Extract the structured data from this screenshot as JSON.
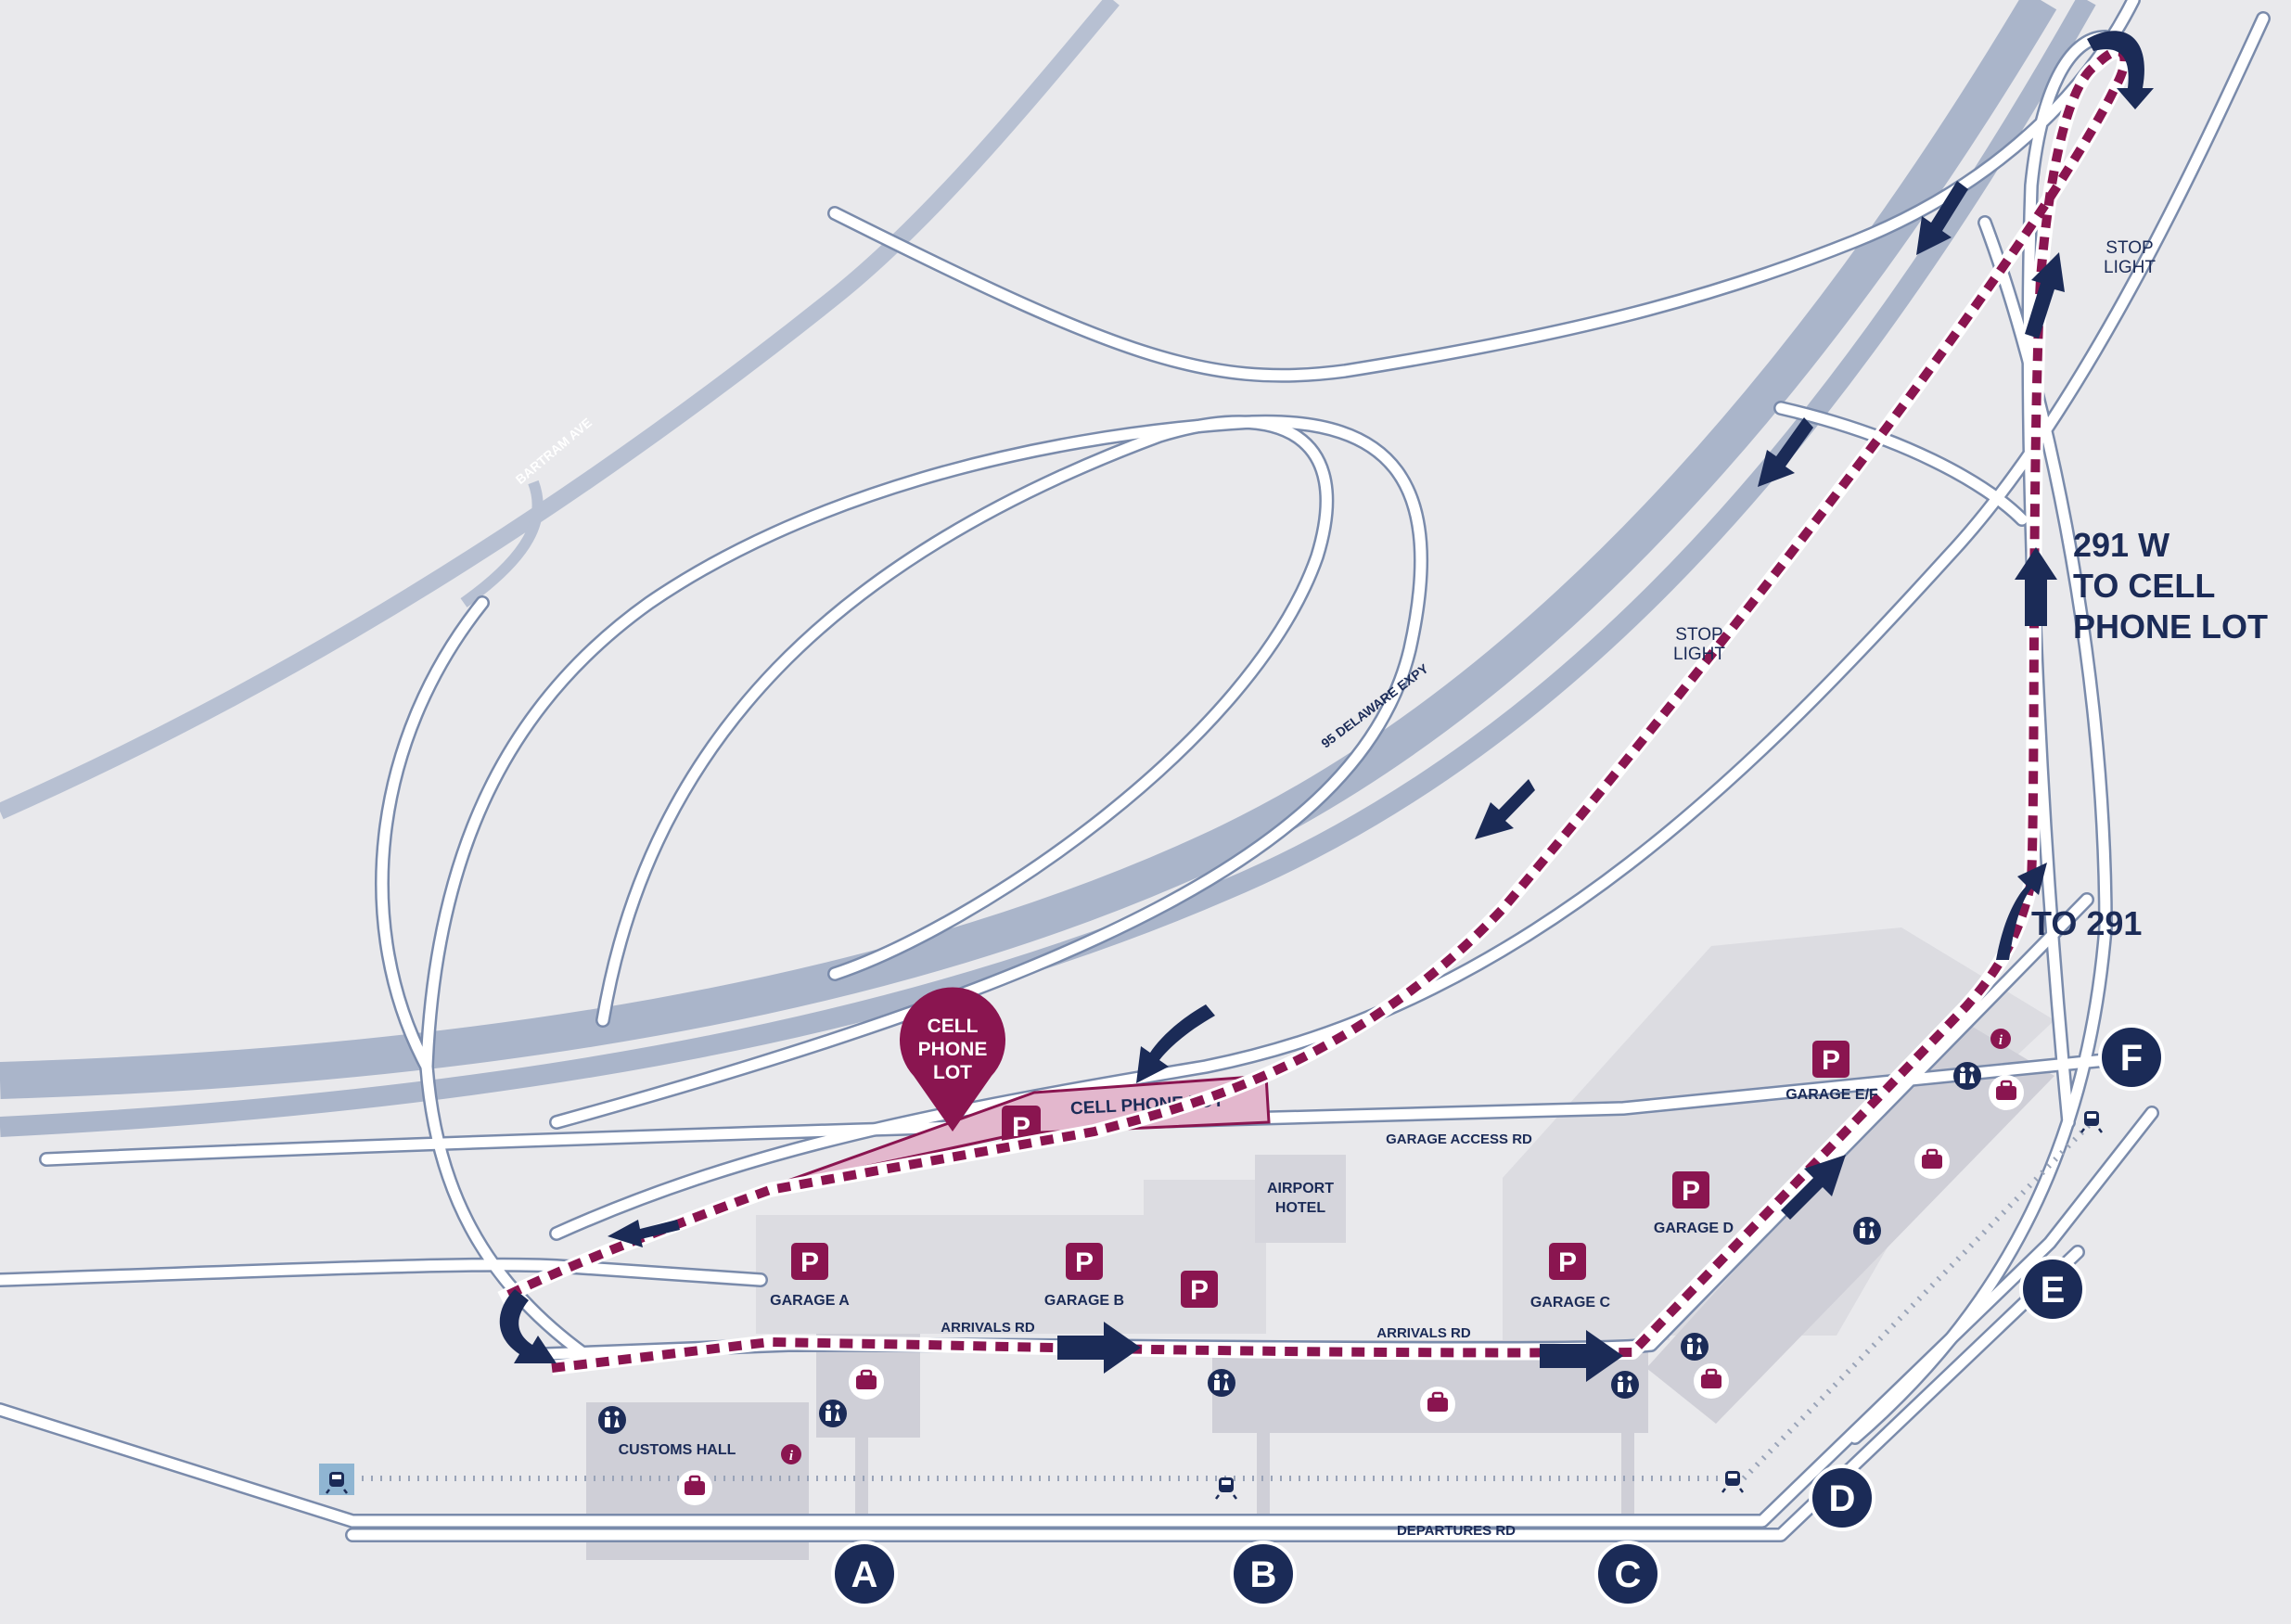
{
  "map": {
    "roads": {
      "bartram": "BARTRAM AVE",
      "delaware": "95 DELAWARE EXPY",
      "garage_access": "GARAGE ACCESS RD",
      "arrivals_1": "ARRIVALS RD",
      "arrivals_2": "ARRIVALS RD",
      "departures": "DEPARTURES RD"
    },
    "stop_lights": [
      {
        "line1": "STOP",
        "line2": "LIGHT"
      },
      {
        "line1": "STOP",
        "line2": "LIGHT"
      }
    ],
    "directions": {
      "to_291_w_line1": "291 W",
      "to_291_w_line2": "TO CELL",
      "to_291_w_line3": "PHONE LOT",
      "to_291": "TO 291"
    },
    "cell_phone_lot": {
      "pin_line1": "CELL",
      "pin_line2": "PHONE",
      "pin_line3": "LOT",
      "label": "CELL PHONE LOT",
      "parking_letter": "P"
    },
    "garages": {
      "a": "GARAGE A",
      "b": "GARAGE B",
      "c": "GARAGE C",
      "d": "GARAGE D",
      "ef": "GARAGE E/F",
      "parking_letter": "P"
    },
    "buildings": {
      "hotel_line1": "AIRPORT",
      "hotel_line2": "HOTEL",
      "customs": "CUSTOMS HALL"
    },
    "terminals": [
      "A",
      "B",
      "C",
      "D",
      "E",
      "F"
    ],
    "icons": {
      "info": "info-icon",
      "restroom": "restroom-icon",
      "baggage": "baggage-claim-icon",
      "train": "train-icon"
    },
    "colors": {
      "background": "#e9e9ec",
      "road_outline": "#7a8bab",
      "highway": "#b7c0d2",
      "route": "#8a1550",
      "arrow": "#1b2b57",
      "terminal_area": "#d2d2d9",
      "cell_lot_fill": "#e3b7cd"
    }
  }
}
